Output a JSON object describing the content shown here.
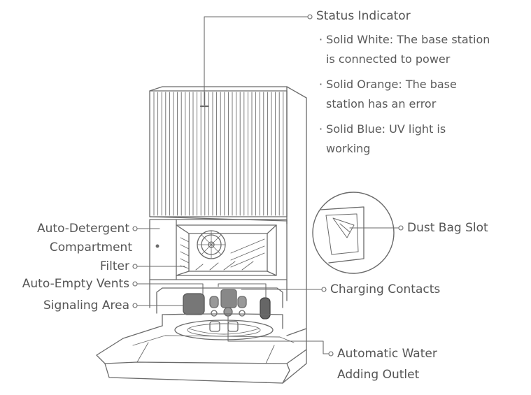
{
  "labels": {
    "status_indicator": "Status Indicator",
    "status_items": [
      [
        "· Solid White: The base station",
        "is connected to power"
      ],
      [
        "· Solid Orange: The base",
        "station has an error"
      ],
      [
        "· Solid Blue: UV light is",
        "working"
      ]
    ],
    "dust_bag_slot": "Dust Bag Slot",
    "auto_detergent": [
      "Auto-Detergent",
      "Compartment"
    ],
    "filter": "Filter",
    "auto_empty_vents": "Auto-Empty Vents",
    "signaling_area": "Signaling Area",
    "charging_contacts": "Charging Contacts",
    "water_outlet": [
      "Automatic Water",
      "Adding Outlet"
    ]
  },
  "colors": {
    "line": "#6a6a6a",
    "text": "#555555",
    "sensor_fill": "#777777"
  }
}
